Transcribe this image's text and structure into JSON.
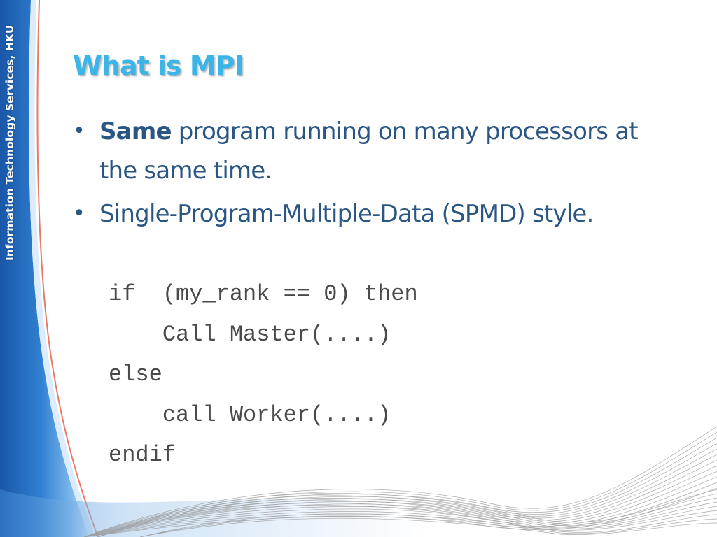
{
  "sidebar": {
    "text": "Information Technology Services, HKU"
  },
  "slide": {
    "title": "What is MPI",
    "bullets": [
      {
        "bold": "Same",
        "text": " program running on many processors at the same time."
      },
      {
        "bold": "",
        "text": "Single-Program-Multiple-Data (SPMD) style."
      }
    ],
    "code": [
      "if  (my_rank == 0) then",
      "    Call Master(....)",
      "else",
      "    call Worker(....)",
      "endif"
    ]
  },
  "colors": {
    "title": "#3bb5e8",
    "body_text": "#2a5684",
    "code_text": "#4a4a4a",
    "band_dark": "#1f5fae",
    "band_light": "#8fc4ee",
    "accent_line": "#e87a6a"
  }
}
